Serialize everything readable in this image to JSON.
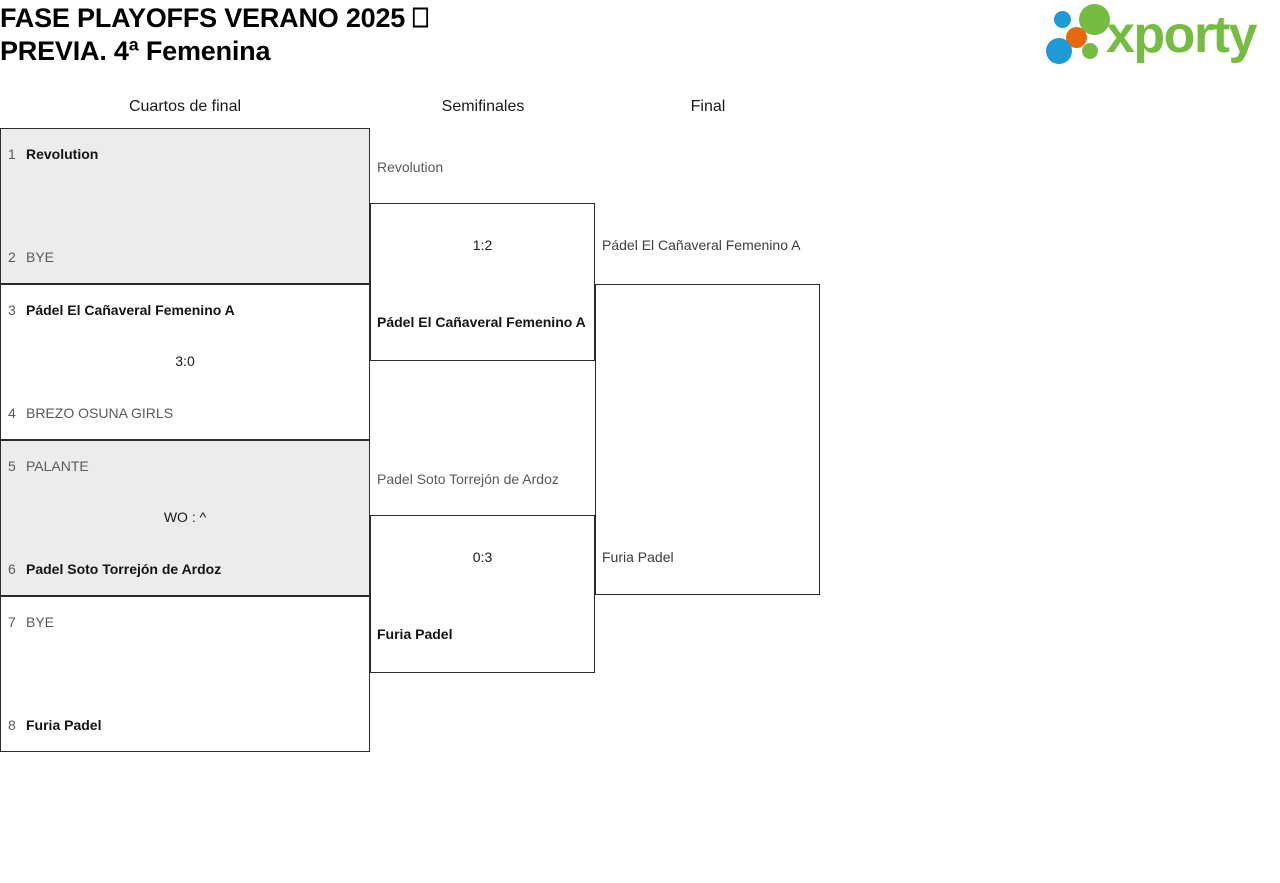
{
  "header": {
    "title": "FASE PLAYOFFS VERANO 2025 ⎕\nPREVIA. 4ª Femenina",
    "logo_text": "xporty"
  },
  "rounds": [
    {
      "label": "Cuartos de final"
    },
    {
      "label": "Semifinales"
    },
    {
      "label": "Final"
    }
  ],
  "quarterfinals": [
    {
      "score": "",
      "top": {
        "seed": "1",
        "team": "Revolution",
        "state": "winner"
      },
      "bottom": {
        "seed": "2",
        "team": "BYE",
        "state": "loser"
      }
    },
    {
      "score": "3:0",
      "top": {
        "seed": "3",
        "team": "Pádel El Cañaveral Femenino A",
        "state": "winner"
      },
      "bottom": {
        "seed": "4",
        "team": "BREZO OSUNA GIRLS",
        "state": "loser"
      }
    },
    {
      "score": "WO : ^",
      "top": {
        "seed": "5",
        "team": "PALANTE",
        "state": "loser"
      },
      "bottom": {
        "seed": "6",
        "team": "Padel Soto Torrejón de Ardoz",
        "state": "winner"
      }
    },
    {
      "score": "",
      "top": {
        "seed": "7",
        "team": "BYE",
        "state": "loser"
      },
      "bottom": {
        "seed": "8",
        "team": "Furia Padel",
        "state": "winner"
      }
    }
  ],
  "semifinals": [
    {
      "score": "1:2",
      "top": {
        "team": "Revolution",
        "state": "loser"
      },
      "bottom": {
        "team": "Pádel El Cañaveral Femenino A",
        "state": "winner"
      }
    },
    {
      "score": "0:3",
      "top": {
        "team": "Padel Soto Torrejón de Ardoz",
        "state": "loser"
      },
      "bottom": {
        "team": "Furia Padel",
        "state": "winner"
      }
    }
  ],
  "final": {
    "score": "",
    "top": {
      "team": "Pádel El Cañaveral Femenino A",
      "state": "neutral"
    },
    "bottom": {
      "team": "Furia Padel",
      "state": "neutral"
    }
  }
}
